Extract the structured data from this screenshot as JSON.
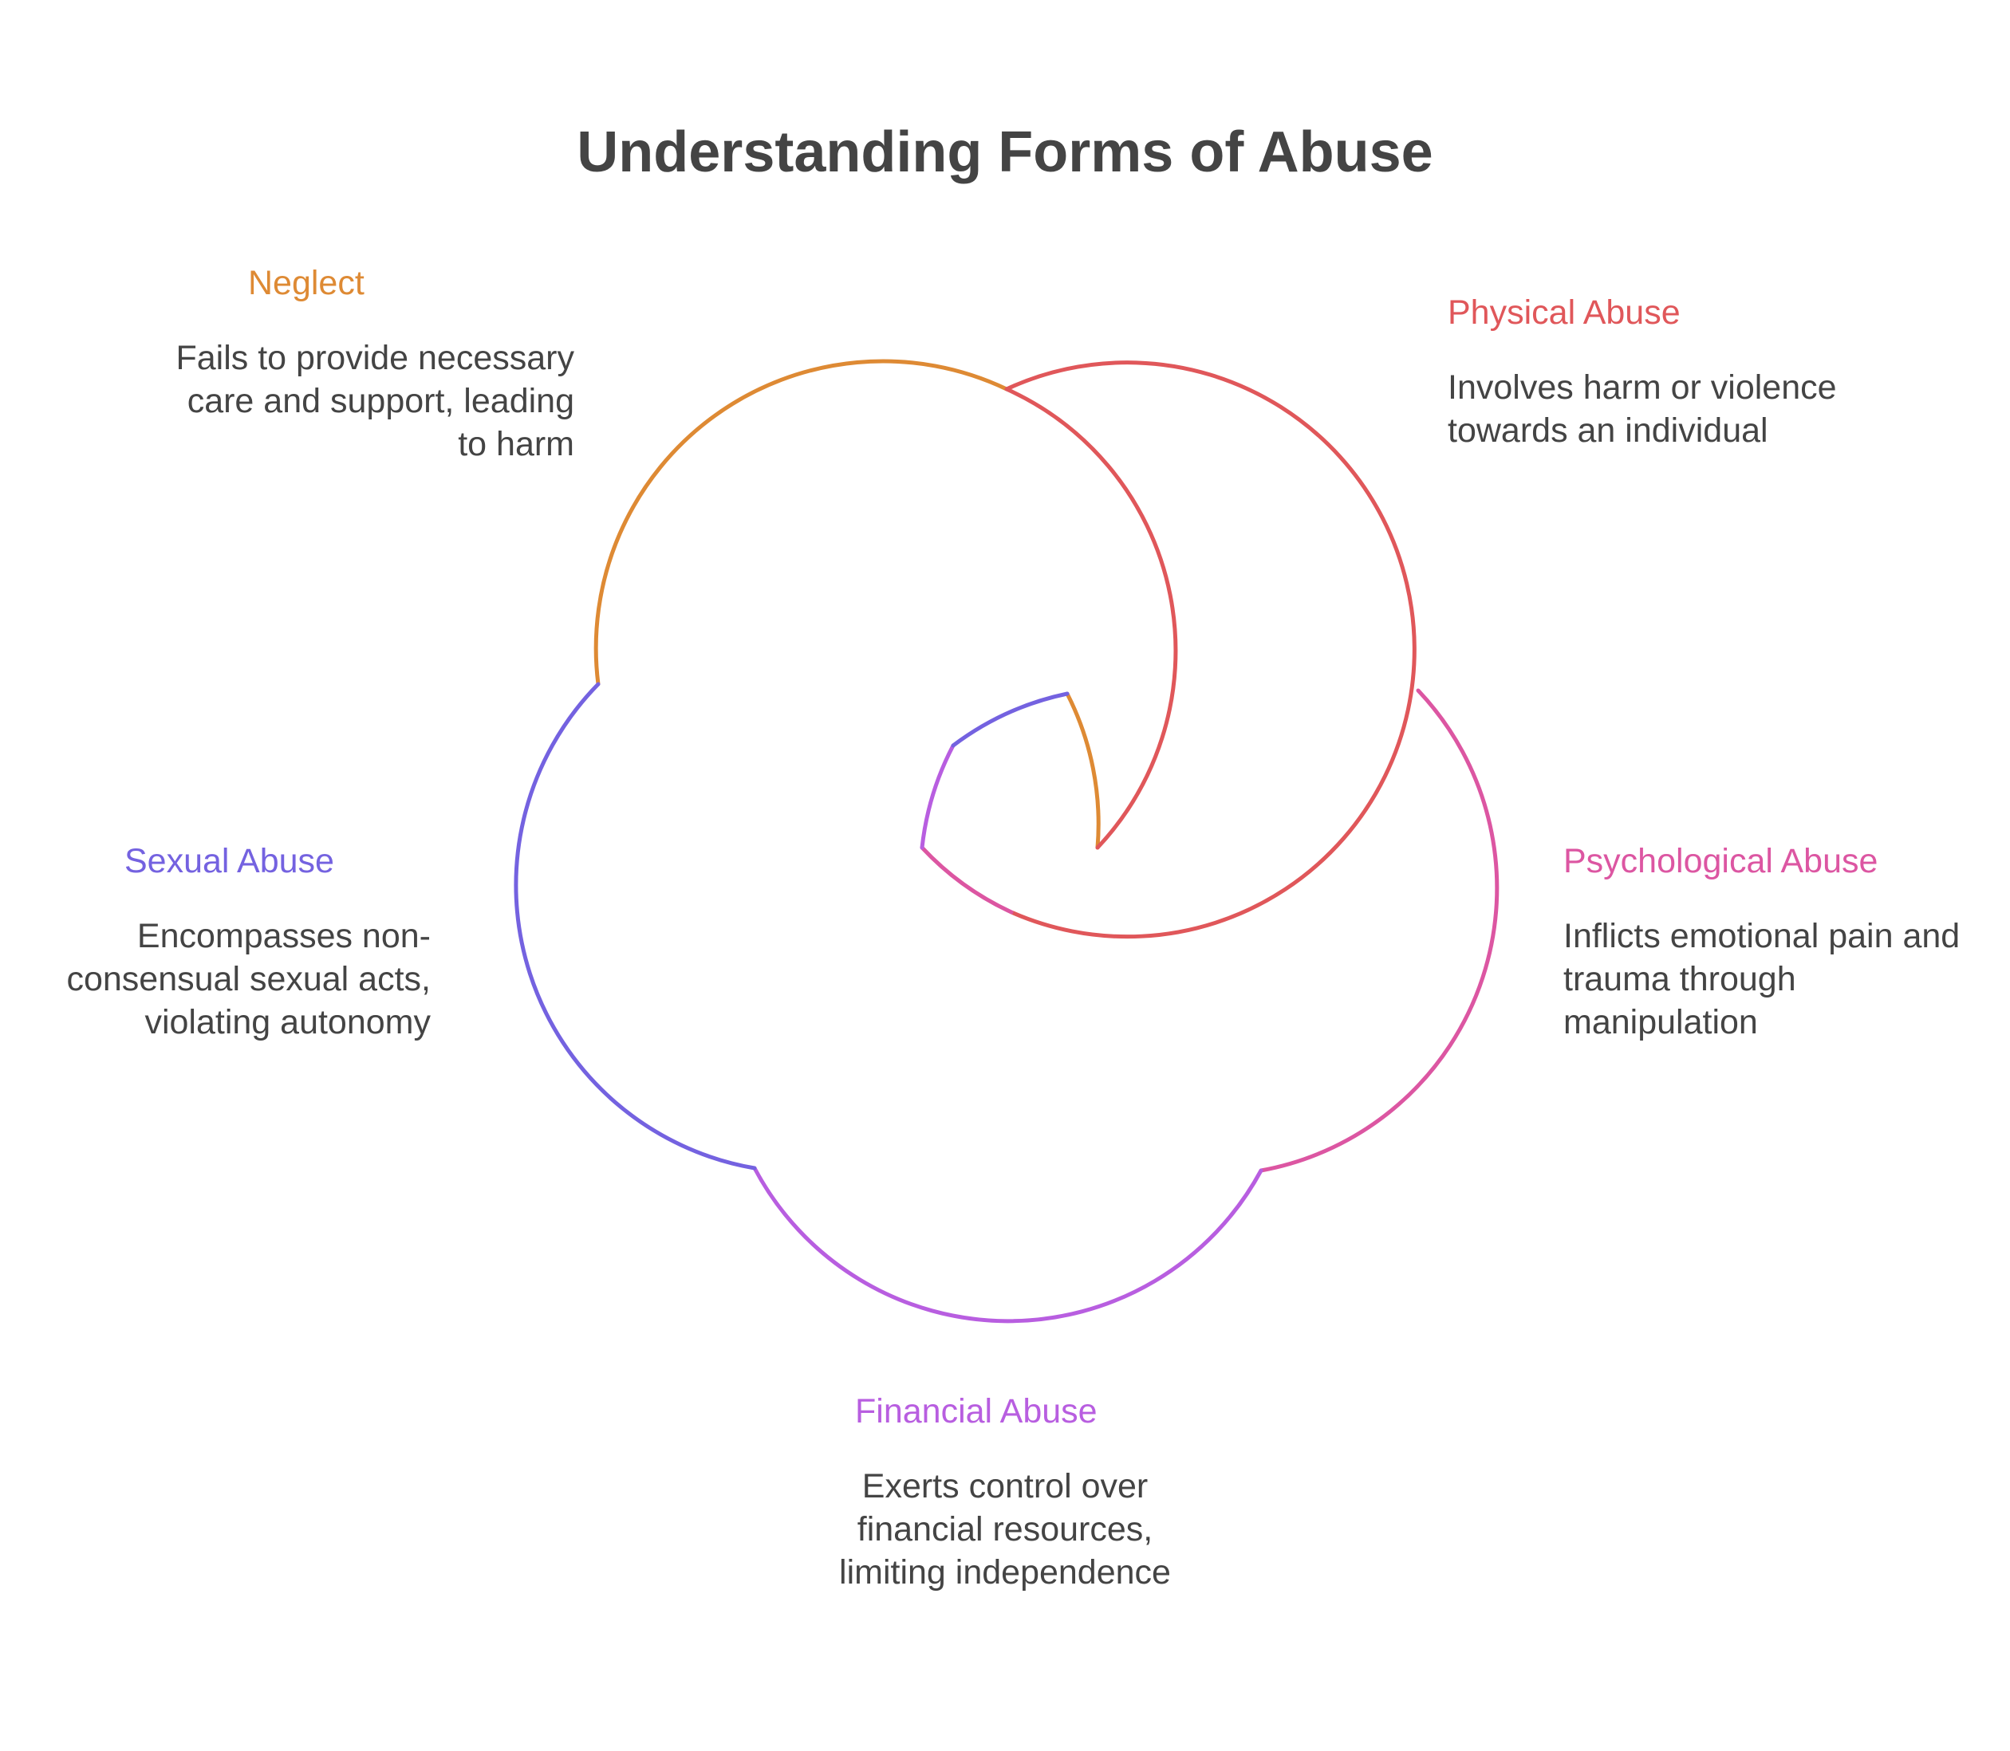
{
  "title": "Understanding Forms of Abuse",
  "colors": {
    "title": "#444444",
    "text": "#444444",
    "neglect": "#DE8A34",
    "physical": "#E0575A",
    "psychological": "#DC56A2",
    "financial": "#B85EE0",
    "sexual": "#7462E0"
  },
  "items": [
    {
      "key": "neglect",
      "label": "Neglect",
      "description": "Fails to provide necessary care and support, leading to harm",
      "color": "#DE8A34"
    },
    {
      "key": "physical",
      "label": "Physical Abuse",
      "description": "Involves harm or violence towards an individual",
      "color": "#E0575A"
    },
    {
      "key": "psychological",
      "label": "Psychological Abuse",
      "description": "Inflicts emotional pain and trauma through manipulation",
      "color": "#DC56A2"
    },
    {
      "key": "financial",
      "label": "Financial Abuse",
      "description": "Exerts control over financial resources, limiting independence",
      "color": "#B85EE0"
    },
    {
      "key": "sexual",
      "label": "Sexual Abuse",
      "description": "Encompasses non-consensual sexual acts, violating autonomy",
      "color": "#7462E0"
    }
  ]
}
